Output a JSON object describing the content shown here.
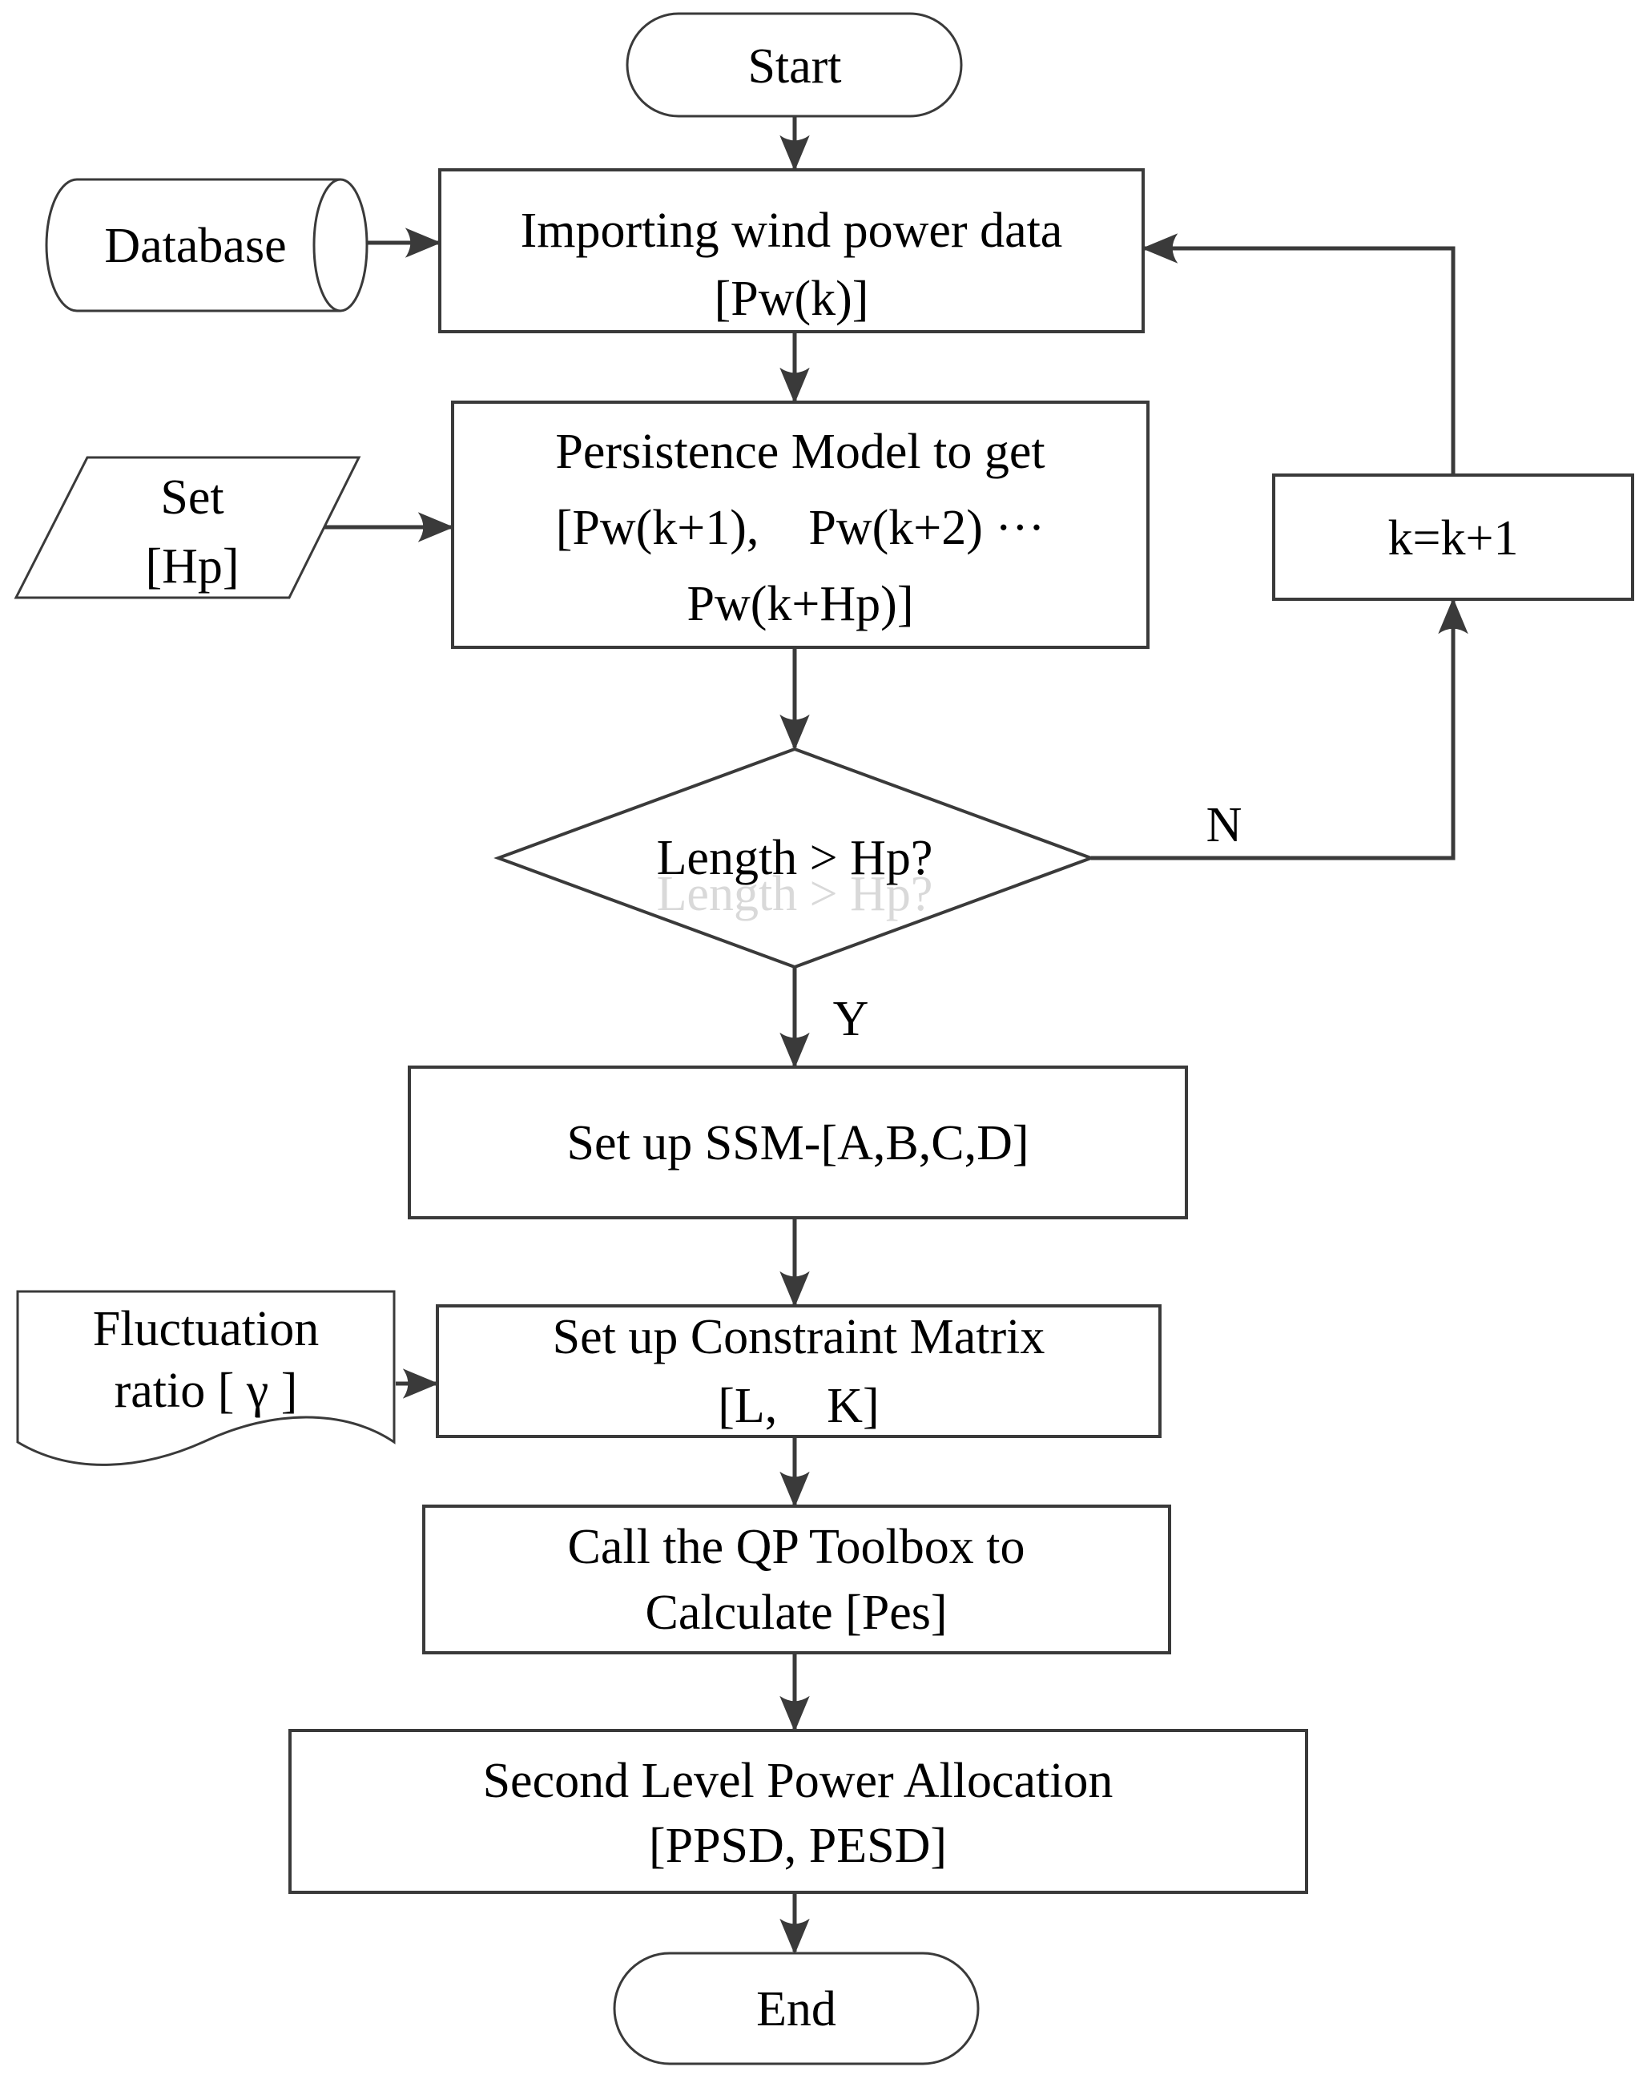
{
  "diagram": {
    "nodes": {
      "start": {
        "label": "Start"
      },
      "database": {
        "label": "Database"
      },
      "importing": {
        "lines": [
          "Importing wind power data",
          "[Pw(k)]"
        ]
      },
      "set_hp": {
        "lines": [
          "Set",
          "[Hp]"
        ]
      },
      "persistence": {
        "lines": [
          "Persistence Model to get",
          "[Pw(k+1), Pw(k+2) ···",
          "Pw(k+Hp)]"
        ]
      },
      "decision": {
        "label": "Length > Hp?"
      },
      "increment": {
        "label": "k=k+1"
      },
      "ssm": {
        "label": "Set up SSM-[A,B,C,D]"
      },
      "fluctuation": {
        "lines": [
          "Fluctuation",
          "ratio [ γ ]"
        ]
      },
      "constraint": {
        "lines": [
          "Set up Constraint Matrix",
          "[L, K]"
        ]
      },
      "qp": {
        "lines": [
          "Call the QP Toolbox to",
          "Calculate [Pes]"
        ]
      },
      "second_level": {
        "lines": [
          "Second Level Power Allocation",
          "[PPSD, PESD]"
        ]
      },
      "end": {
        "label": "End"
      }
    },
    "edge_labels": {
      "no": "N",
      "yes": "Y"
    },
    "colors": {
      "line": "#3a3a3a",
      "text": "#000000",
      "node_fill": "#ffffff",
      "ghost": "#d9d9d9"
    }
  }
}
